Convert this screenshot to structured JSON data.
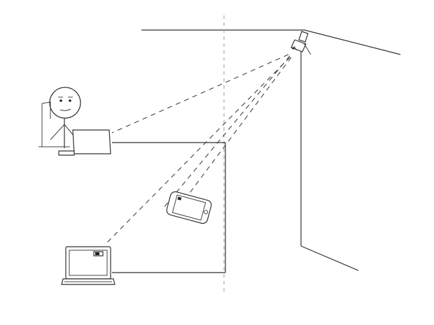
{
  "scene": {
    "figures": [
      "person-at-desk-with-laptop",
      "room-wall-corner",
      "ceiling-camera",
      "table",
      "smartphone",
      "laptop-on-floor"
    ],
    "colors": {
      "line": "#333333",
      "background": "#ffffff"
    },
    "sightlines": [
      "camera-to-person-laptop",
      "camera-to-phone",
      "camera-to-floor-laptop"
    ]
  }
}
